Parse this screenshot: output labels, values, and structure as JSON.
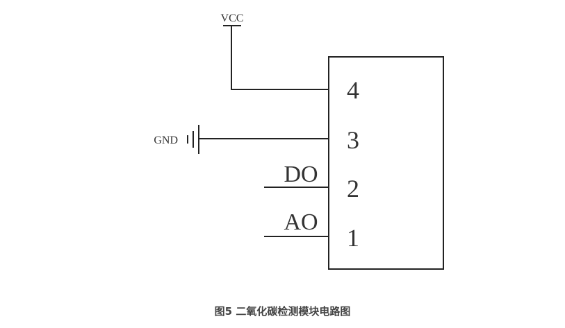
{
  "diagram": {
    "power_label": "VCC",
    "ground_label": "GND",
    "pins": [
      {
        "number": "4",
        "signal": ""
      },
      {
        "number": "3",
        "signal": ""
      },
      {
        "number": "2",
        "signal": "DO"
      },
      {
        "number": "1",
        "signal": "AO"
      }
    ]
  },
  "caption": "图5 二氧化碳检测模块电路图"
}
